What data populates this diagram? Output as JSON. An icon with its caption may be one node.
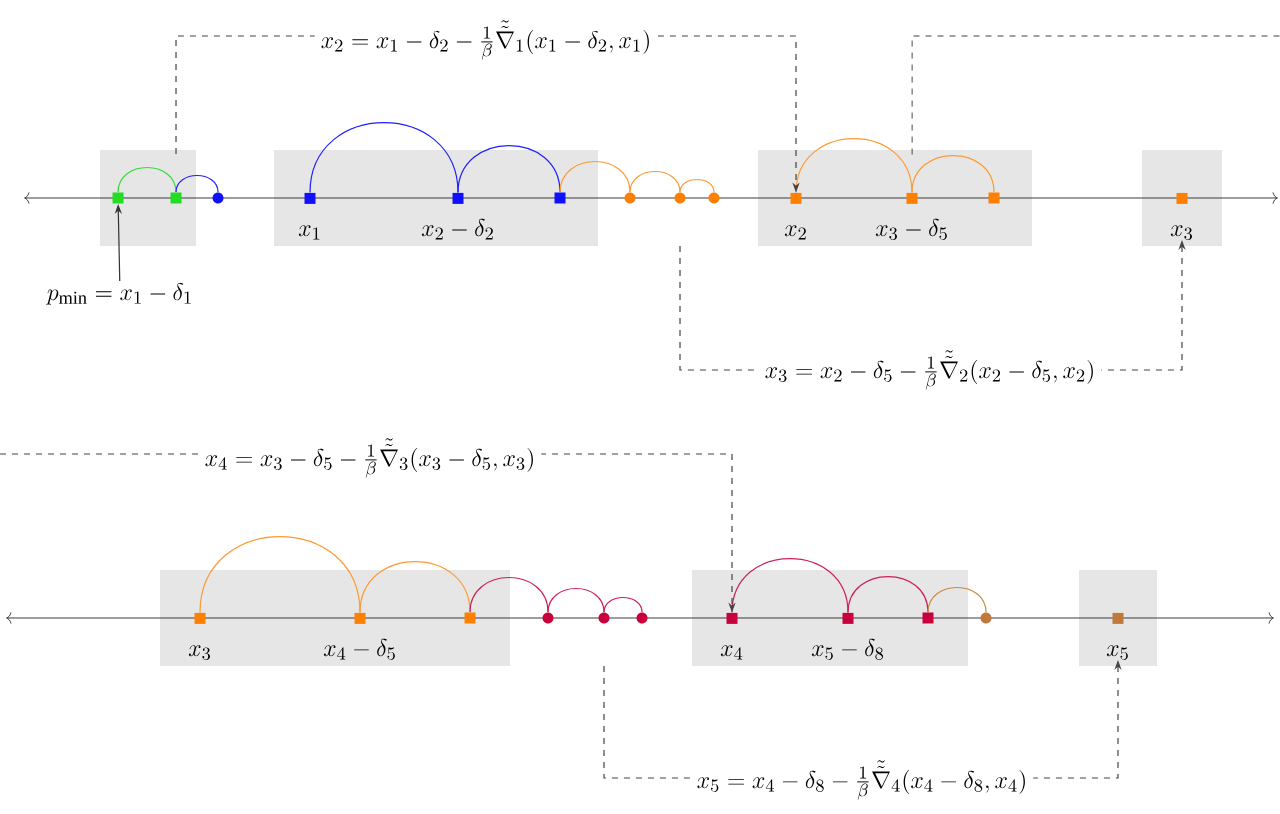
{
  "diagram": {
    "nodes": [
      {
        "text": [],
        "shape": "box"
      },
      {
        "text": [],
        "shape": "box",
        "in": 0
      },
      {
        "text": [],
        "shape": "box",
        "in": 0
      },
      {
        "text": [],
        "shape": "circle"
      },
      {
        "text": [],
        "shape": "box"
      },
      {
        "text": [],
        "shape": "box",
        "in": 4,
        "beside": [
          "x_1"
        ]
      },
      {
        "text": [],
        "shape": "box",
        "in": 4,
        "beside": [
          "x_2 - \\delta_2"
        ]
      },
      {
        "text": [],
        "shape": "box",
        "in": 4
      },
      {
        "text": [],
        "shape": "circle"
      },
      {
        "text": [],
        "shape": "circle"
      },
      {
        "text": [],
        "shape": "circle"
      },
      {
        "text": [],
        "shape": "box"
      },
      {
        "text": [],
        "shape": "box",
        "in": 11,
        "beside": [
          "x_2"
        ]
      },
      {
        "text": [],
        "shape": "box",
        "in": 11,
        "beside": [
          "x_3 - \\delta_5"
        ]
      },
      {
        "text": [],
        "shape": "box",
        "in": 11
      },
      {
        "text": [],
        "shape": "box"
      },
      {
        "text": [],
        "shape": "box",
        "in": 15,
        "beside": [
          "x_3"
        ]
      },
      {
        "text": [
          "p_{\\min} = x_1 - \\delta_1"
        ]
      },
      {
        "text": [],
        "shape": "box"
      },
      {
        "text": [],
        "shape": "box",
        "in": 18,
        "beside": [
          "x_3"
        ]
      },
      {
        "text": [],
        "shape": "box",
        "in": 18,
        "beside": [
          "x_4 - \\delta_5"
        ]
      },
      {
        "text": [],
        "shape": "box",
        "in": 18
      },
      {
        "text": [],
        "shape": "circle"
      },
      {
        "text": [],
        "shape": "circle"
      },
      {
        "text": [],
        "shape": "circle"
      },
      {
        "text": [],
        "shape": "box"
      },
      {
        "text": [],
        "shape": "box",
        "in": 25,
        "beside": [
          "x_4"
        ]
      },
      {
        "text": [],
        "shape": "box",
        "in": 25,
        "beside": [
          "x_5 - \\delta_8"
        ]
      },
      {
        "text": [],
        "shape": "box",
        "in": 25
      },
      {
        "text": [],
        "shape": "circle"
      },
      {
        "text": [],
        "shape": "box"
      },
      {
        "text": [],
        "shape": "box",
        "in": 30,
        "beside": [
          "x_5"
        ]
      }
    ],
    "edges": [
      {
        "from": 1,
        "to": 2,
        "arrow": "none",
        "color": "#33dd33"
      },
      {
        "from": 2,
        "to": 3,
        "arrow": "none",
        "color": "#2020ff"
      },
      {
        "from": 5,
        "to": 6,
        "arrow": "none",
        "color": "#2020ff"
      },
      {
        "from": 6,
        "to": 7,
        "arrow": "none",
        "color": "#2020ff"
      },
      {
        "from": 7,
        "to": 8,
        "arrow": "none",
        "color": "#ff9933"
      },
      {
        "from": 8,
        "to": 9,
        "arrow": "none",
        "color": "#ff9933"
      },
      {
        "from": 9,
        "to": 10,
        "arrow": "none",
        "color": "#ff9933"
      },
      {
        "from": 12,
        "to": 13,
        "arrow": "none",
        "color": "#ff9933"
      },
      {
        "from": 13,
        "to": 14,
        "arrow": "none",
        "color": "#ff9933"
      },
      {
        "from": 19,
        "to": 20,
        "arrow": "none",
        "color": "#ff9933"
      },
      {
        "from": 20,
        "to": 21,
        "arrow": "none",
        "color": "#ff9933"
      },
      {
        "from": 21,
        "to": 22,
        "arrow": "none",
        "color": "#cc2255"
      },
      {
        "from": 22,
        "to": 23,
        "arrow": "none",
        "color": "#cc2255"
      },
      {
        "from": 23,
        "to": 24,
        "arrow": "none",
        "color": "#cc2255"
      },
      {
        "from": 26,
        "to": 27,
        "arrow": "none",
        "color": "#cc2255"
      },
      {
        "from": 27,
        "to": 28,
        "arrow": "none",
        "color": "#cc2255"
      },
      {
        "from": 28,
        "to": 29,
        "arrow": "none",
        "color": "#cc8844"
      },
      {
        "from": 17,
        "to": 1,
        "arrow": "to",
        "color": "#333333"
      },
      {
        "from": 2,
        "to": 12,
        "arrow": "to",
        "style": "dashed",
        "color": "#444444",
        "label": "x_2 = x_1 - \\delta_2 - \\tfrac{1}{\\beta}\\tilde{\\tilde{\\nabla}}_1(x_1 - \\delta_2, x_1)"
      },
      {
        "from": 9,
        "to": 16,
        "arrow": "to",
        "style": "dashed",
        "color": "#444444",
        "label": "x_3 = x_2 - \\delta_5 - \\tfrac{1}{\\beta}\\tilde{\\tilde{\\nabla}}_2(x_2 - \\delta_5, x_2)"
      },
      {
        "from": 13,
        "to": null,
        "arrow": "none",
        "style": "dashed",
        "color": "#444444"
      },
      {
        "from": null,
        "to": 26,
        "arrow": "to",
        "style": "dashed",
        "color": "#444444",
        "label": "x_4 = x_3 - \\delta_5 - \\tfrac{1}{\\beta}\\tilde{\\tilde{\\nabla}}_3(x_3 - \\delta_5, x_3)"
      },
      {
        "from": 23,
        "to": 31,
        "arrow": "to",
        "style": "dashed",
        "color": "#444444",
        "label": "x_5 = x_4 - \\delta_8 - \\tfrac{1}{\\beta}\\tilde{\\tilde{\\nabla}}_4(x_4 - \\delta_8, x_4)"
      }
    ]
  }
}
